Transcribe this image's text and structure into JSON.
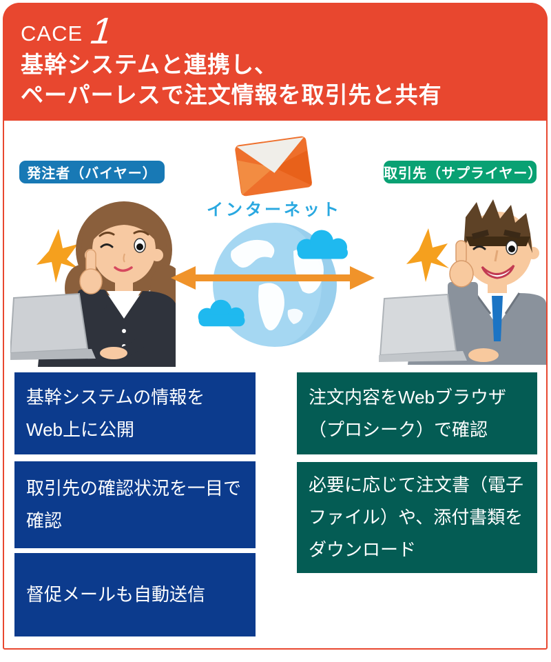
{
  "header": {
    "case_label": "CACE",
    "case_number": "1",
    "title_lines": [
      "基幹システムと連携し、",
      "ペーパーレスで注文情報を取引先と共有"
    ]
  },
  "diagram": {
    "buyer_tag": "発注者（バイヤー）",
    "supplier_tag": "取引先（サプライヤー）",
    "internet_label": "インターネット",
    "icons": {
      "envelope": "envelope-icon",
      "globe": "globe-icon",
      "clouds": "cloud-icon",
      "arrow": "double-arrow-icon",
      "buyer": "buyer-character",
      "supplier": "supplier-character"
    }
  },
  "buyer_points": [
    {
      "text": "基幹システムの情報を\nWeb上に公開"
    },
    {
      "text": "取引先の確認状況を一目で\n確認"
    },
    {
      "text": "督促メールも自動送信"
    }
  ],
  "supplier_points": [
    {
      "text": "注文内容をWebブラウザ\n（プロシーク）で確認"
    },
    {
      "text": "必要に応じて注文書（電子\nファイル）や、添付書類を\nダウンロード"
    }
  ],
  "colors": {
    "frame_red": "#E8472F",
    "buyer_blue": "#1879B5",
    "supplier_green": "#09A173",
    "buyer_box_blue": "#0C3B8D",
    "supplier_box_green": "#045C54",
    "internet_blue": "#29A8E0",
    "arrow_orange": "#F0932A",
    "envelope_orange": "#EE6F2B",
    "globe_blue": "#A5D7F2",
    "cloud_cyan": "#1FB9EF"
  }
}
